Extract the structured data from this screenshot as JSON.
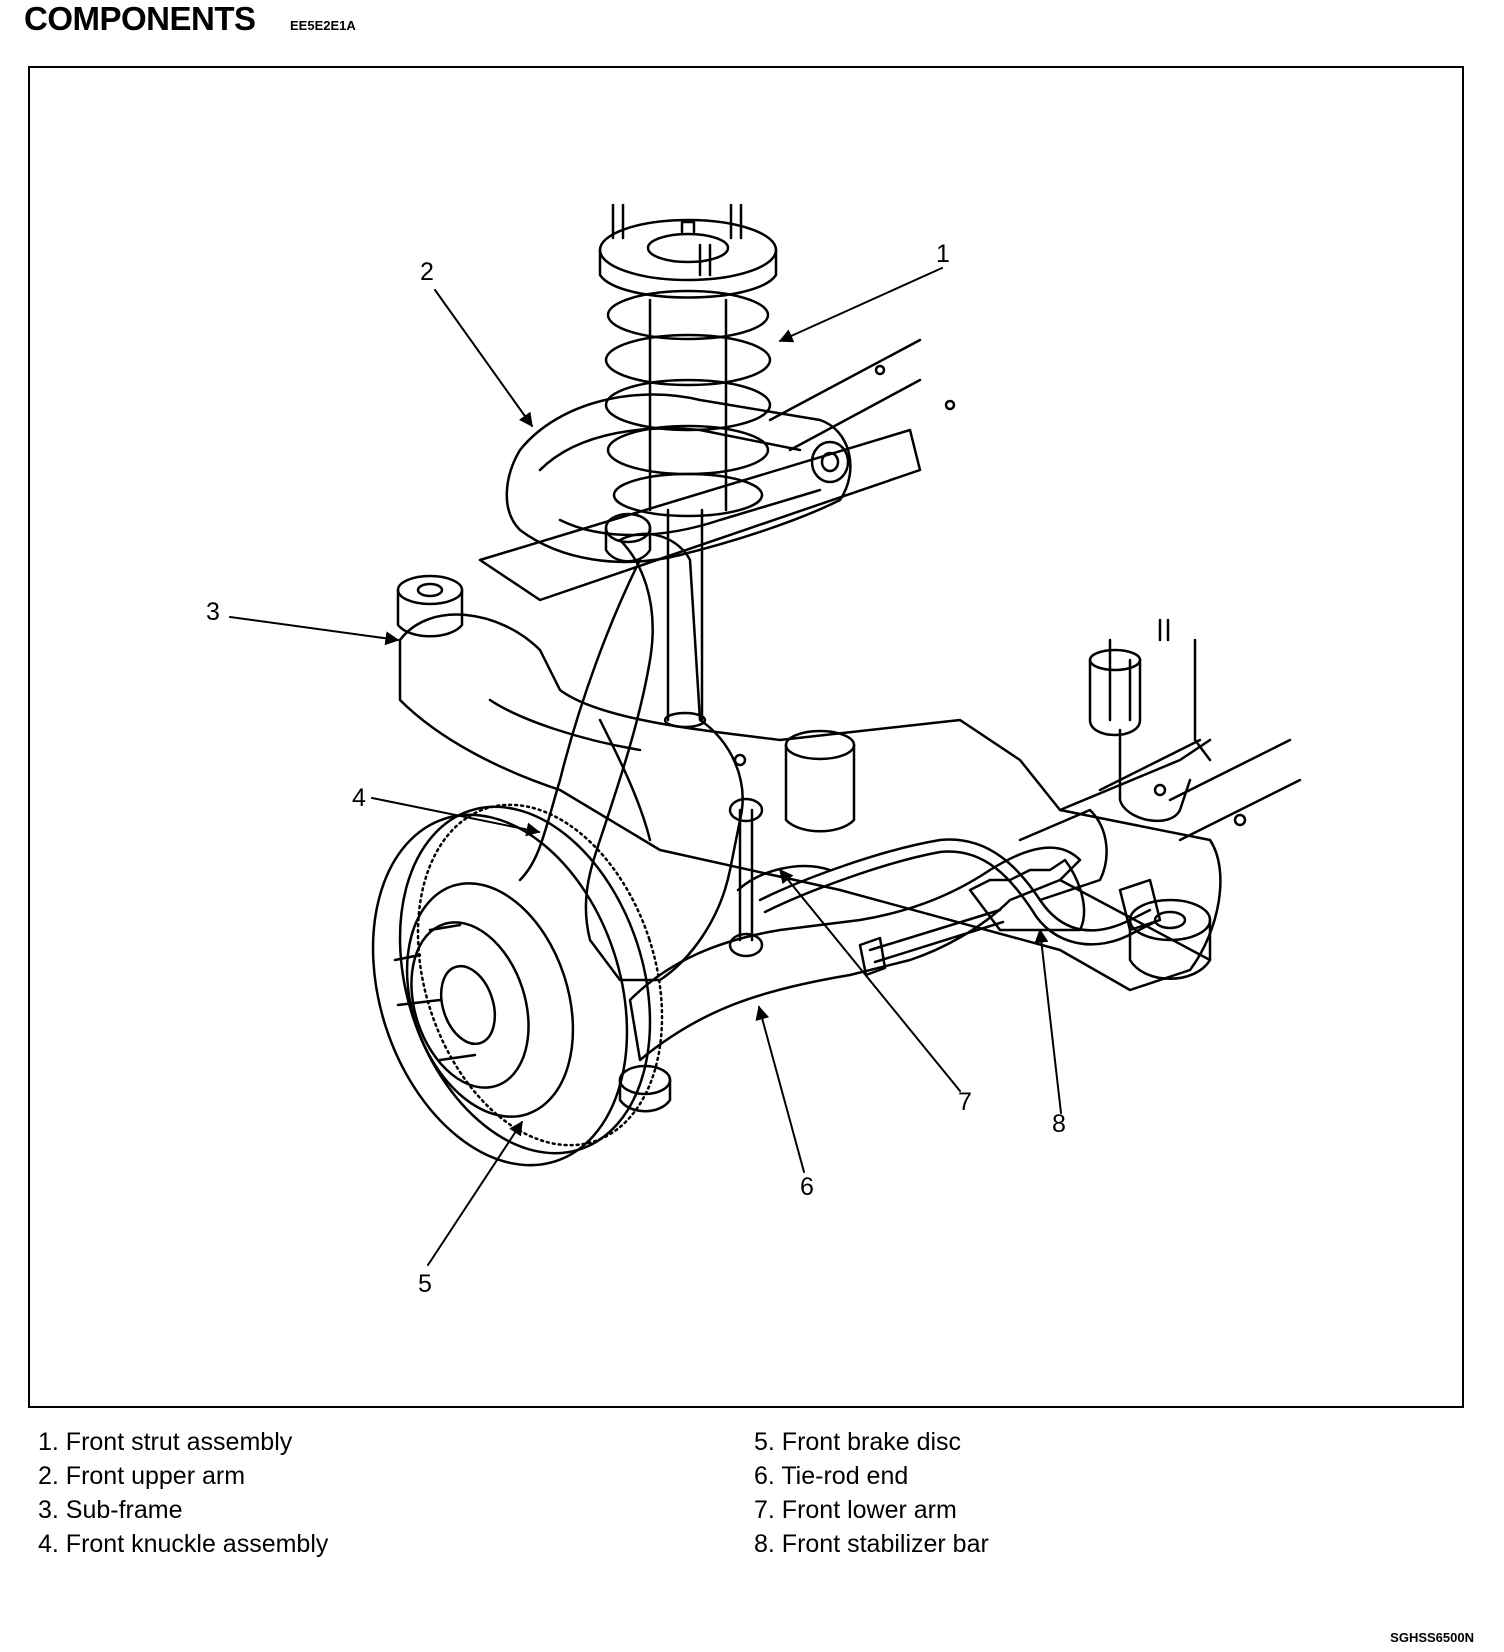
{
  "header": {
    "title": "COMPONENTS",
    "code": "EE5E2E1A"
  },
  "diagram": {
    "callouts": [
      "1",
      "2",
      "3",
      "4",
      "5",
      "6",
      "7",
      "8"
    ]
  },
  "legend": {
    "left": [
      "1. Front strut assembly",
      "2. Front upper arm",
      "3. Sub-frame",
      "4. Front knuckle assembly"
    ],
    "right": [
      "5. Front brake disc",
      "6. Tie-rod end",
      "7. Front lower arm",
      "8. Front stabilizer bar"
    ]
  },
  "footer": {
    "reference": "SGHSS6500N"
  }
}
